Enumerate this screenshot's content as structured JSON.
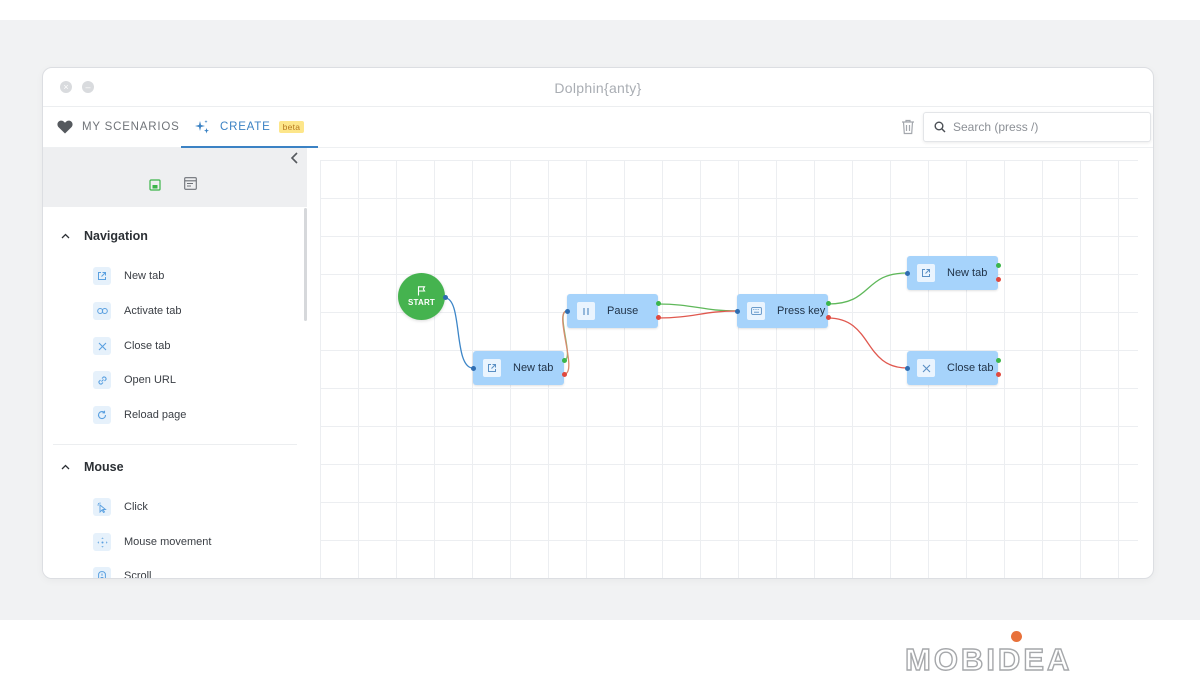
{
  "window": {
    "title": "Dolphin{anty}"
  },
  "tabs": {
    "my_scenarios": "MY SCENARIOS",
    "create": "CREATE",
    "beta": "beta"
  },
  "search": {
    "placeholder": "Search (press /)"
  },
  "sidebar": {
    "sections": [
      {
        "title": "Navigation",
        "items": [
          {
            "label": "New tab",
            "icon": "external-link-icon"
          },
          {
            "label": "Activate tab",
            "icon": "link-icon"
          },
          {
            "label": "Close tab",
            "icon": "close-icon"
          },
          {
            "label": "Open URL",
            "icon": "chain-link-icon"
          },
          {
            "label": "Reload page",
            "icon": "refresh-icon"
          }
        ]
      },
      {
        "title": "Mouse",
        "items": [
          {
            "label": "Click",
            "icon": "cursor-click-icon"
          },
          {
            "label": "Mouse movement",
            "icon": "move-icon"
          },
          {
            "label": "Scroll",
            "icon": "mouse-scroll-icon"
          }
        ]
      }
    ]
  },
  "flow": {
    "start": {
      "label": "START",
      "icon": "flag-icon"
    },
    "nodes": [
      {
        "id": "n1",
        "label": "New tab",
        "icon": "external-link-icon"
      },
      {
        "id": "n2",
        "label": "Pause",
        "icon": "pause-icon"
      },
      {
        "id": "n3",
        "label": "Press key",
        "icon": "keyboard-icon"
      },
      {
        "id": "n4",
        "label": "New tab",
        "icon": "external-link-icon"
      },
      {
        "id": "n5",
        "label": "Close tab",
        "icon": "close-icon"
      }
    ]
  },
  "colors": {
    "accent": "#3b82c4",
    "start": "#45b34f",
    "node": "#a6d3fb",
    "success_wire": "#3bb54a",
    "error_wire": "#e0483e",
    "input_wire": "#2f6db1"
  },
  "brand": {
    "name": "MOBIDEA"
  }
}
